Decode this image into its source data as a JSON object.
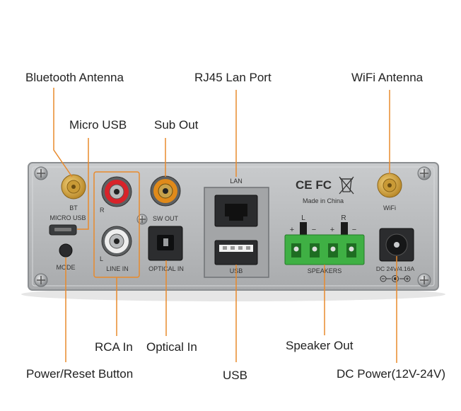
{
  "callouts": {
    "bluetooth_antenna": "Bluetooth Antenna",
    "rj45_lan_port": "RJ45 Lan Port",
    "wifi_antenna": "WiFi Antenna",
    "micro_usb": "Micro USB",
    "sub_out": "Sub Out",
    "rca_in": "RCA In",
    "optical_in": "Optical In",
    "speaker_out": "Speaker Out",
    "power_reset_button": "Power/Reset Button",
    "usb": "USB",
    "dc_power": "DC Power(12V-24V)"
  },
  "panel_print": {
    "bt": "BT",
    "micro_usb": "MICRO USB",
    "mode": "MODE",
    "r": "R",
    "l": "L",
    "line_in": "LINE IN",
    "sw_out": "SW OUT",
    "optical_in": "OPTICAL IN",
    "lan": "LAN",
    "usb": "USB",
    "ce_fcc": "CE FC",
    "made_in": "Made in China",
    "wifi": "WiFi",
    "spk_l": "L",
    "spk_r": "R",
    "plus": "+",
    "minus": "−",
    "speakers": "SPEAKERS",
    "dc_rating": "DC 24V/4.16A"
  },
  "colors": {
    "callout_line": "#e88a2c",
    "panel_face": "#b7b9bb",
    "panel_border": "#8c8f92",
    "gold": "#d9a53a",
    "rca_red": "#d8232a",
    "rca_white": "#eeeeee",
    "sw_orange": "#e08a1a",
    "terminal_green": "#3fb044"
  }
}
